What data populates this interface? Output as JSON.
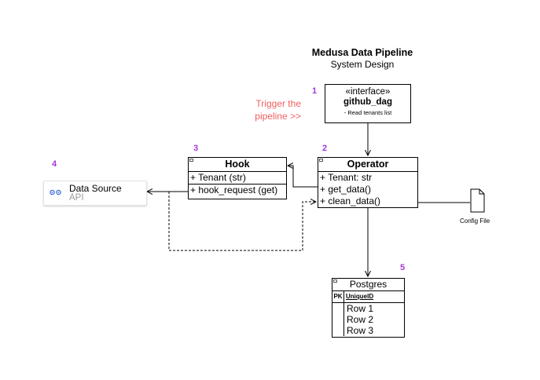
{
  "title": "Medusa Data Pipeline",
  "subtitle": "System Design",
  "trigger_label": [
    "Trigger the",
    "pipeline >>"
  ],
  "numbers": [
    "1",
    "2",
    "3",
    "4",
    "5"
  ],
  "interface_box": {
    "stereotype": "«interface»",
    "name": "github_dag",
    "note": "- Read tenants list"
  },
  "hook": {
    "name": "Hook",
    "attributes": [
      "+ Tenant (str)"
    ],
    "methods": [
      "+ hook_request (get)"
    ]
  },
  "operator": {
    "name": "Operator",
    "attributes": [
      "+ Tenant: str"
    ],
    "methods": [
      "+ get_data()",
      "+ clean_data()"
    ]
  },
  "data_source": {
    "title": "Data Source",
    "subtitle": "API",
    "icon": "api-icon",
    "icon_color": "#3b6fd4"
  },
  "config_file": {
    "label": "Config File",
    "icon": "document-icon"
  },
  "postgres": {
    "name": "Postgres",
    "pk_label": "PK",
    "pk_field": "UniqueID",
    "rows": [
      "Row 1",
      "Row 2",
      "Row 3"
    ]
  },
  "colors": {
    "number_color": "#a23ad9",
    "trigger_color": "#f26060"
  }
}
